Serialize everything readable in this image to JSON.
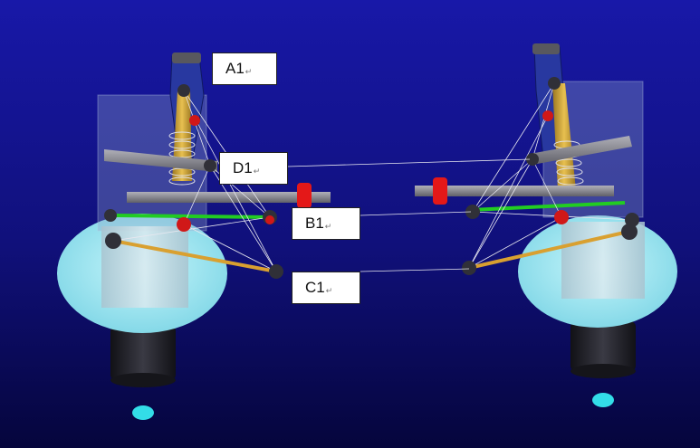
{
  "labels": {
    "a1": "A1",
    "d1": "D1",
    "b1": "B1",
    "c1": "C1",
    "return_mark": "↵"
  },
  "colors": {
    "background_top": "#1a1aa0",
    "background_bottom": "#060640",
    "wheel_disc": "#a8eef7",
    "knuckle": "#c9dde6",
    "upright": "#2a3a9a",
    "strut": "#c8a030",
    "arm": "#8a8a90",
    "green_link": "#22cc22",
    "orange_link": "#d9a030",
    "red_bushing": "#e81818",
    "joint": "#303038",
    "joint_red": "#d01818",
    "tire": "#1c1c22",
    "marker": "#33dde8",
    "wire": "#e8e8f0"
  }
}
